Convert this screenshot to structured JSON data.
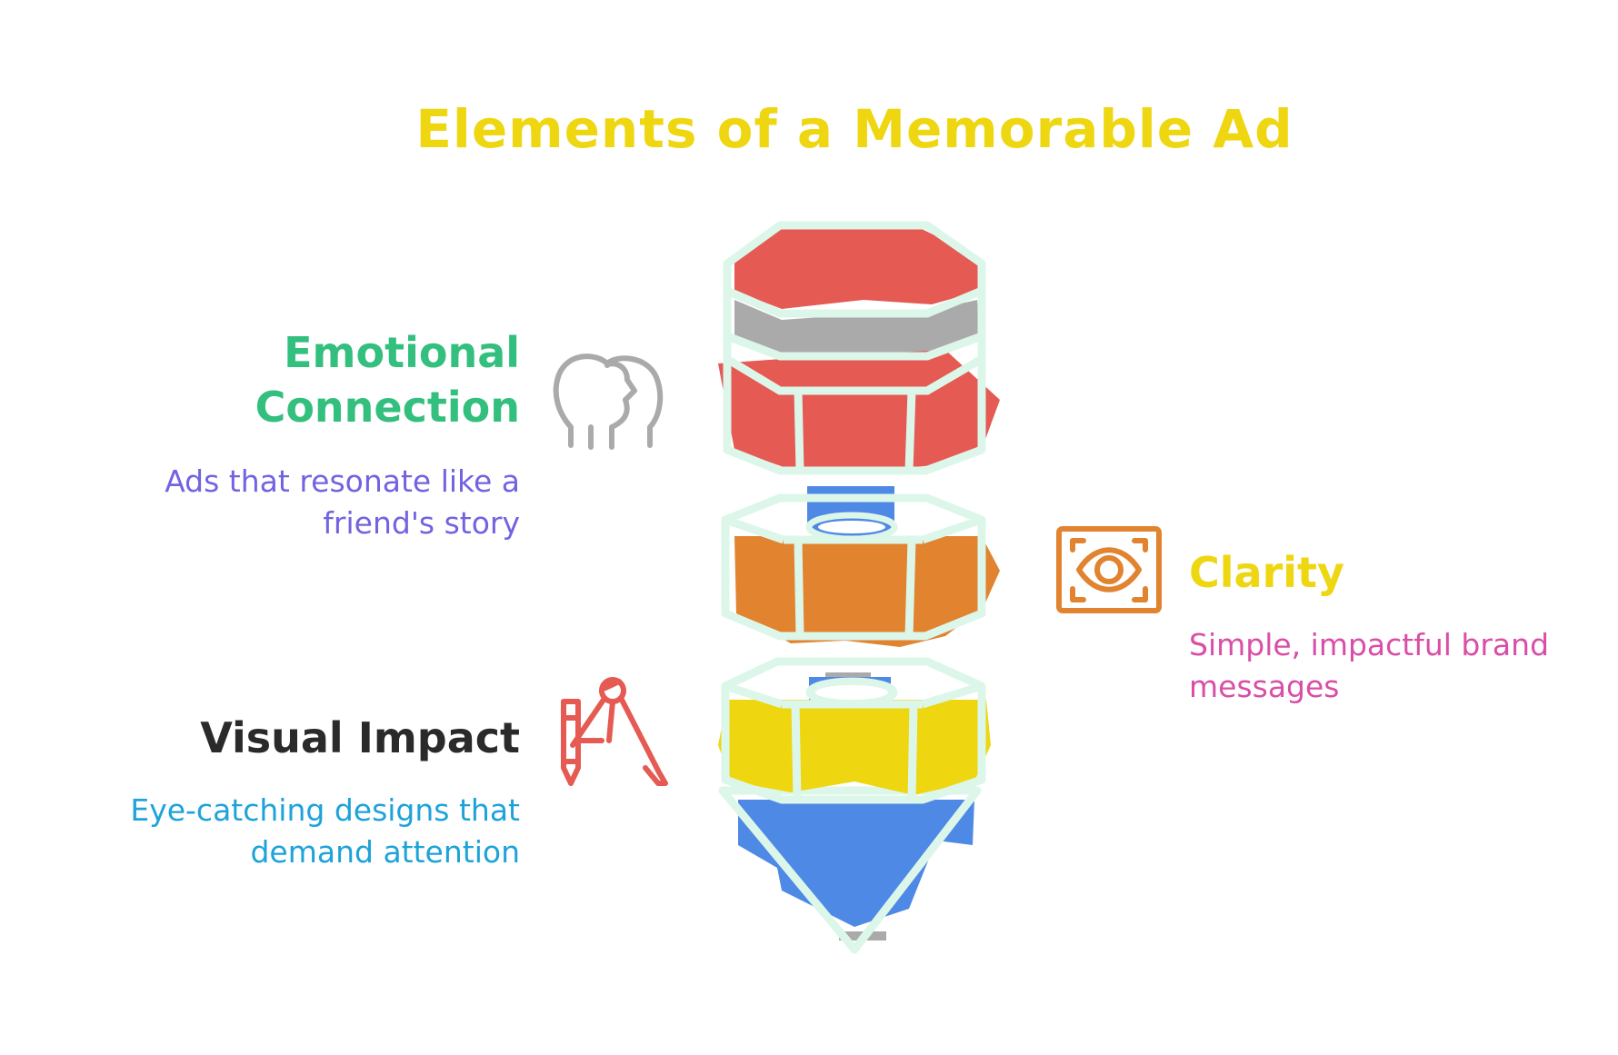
{
  "title": "Elements of a Memorable Ad",
  "colors": {
    "title": "#eed611",
    "outline": "#dcf7ea",
    "red": "#e55a53",
    "orange": "#e1832f",
    "yellow": "#eed611",
    "blue": "#4f89e6",
    "gray": "#aaaaaa",
    "green": "#33bf7d",
    "purple": "#7163e1",
    "pink": "#d94ea7",
    "cyan": "#1ea3d9"
  },
  "items": [
    {
      "heading_line1": "Emotional",
      "heading_line2": "Connection",
      "desc_line1": "Ads that resonate like a",
      "desc_line2": "friend's story",
      "icon": "head-profile-icon"
    },
    {
      "heading_line1": "Clarity",
      "desc_line1": "Simple, impactful brand",
      "desc_line2": "messages",
      "icon": "eye-icon"
    },
    {
      "heading_line1": "Visual Impact",
      "desc_line1": "Eye-catching designs that",
      "desc_line2": "demand attention",
      "icon": "design-tools-icon"
    }
  ]
}
